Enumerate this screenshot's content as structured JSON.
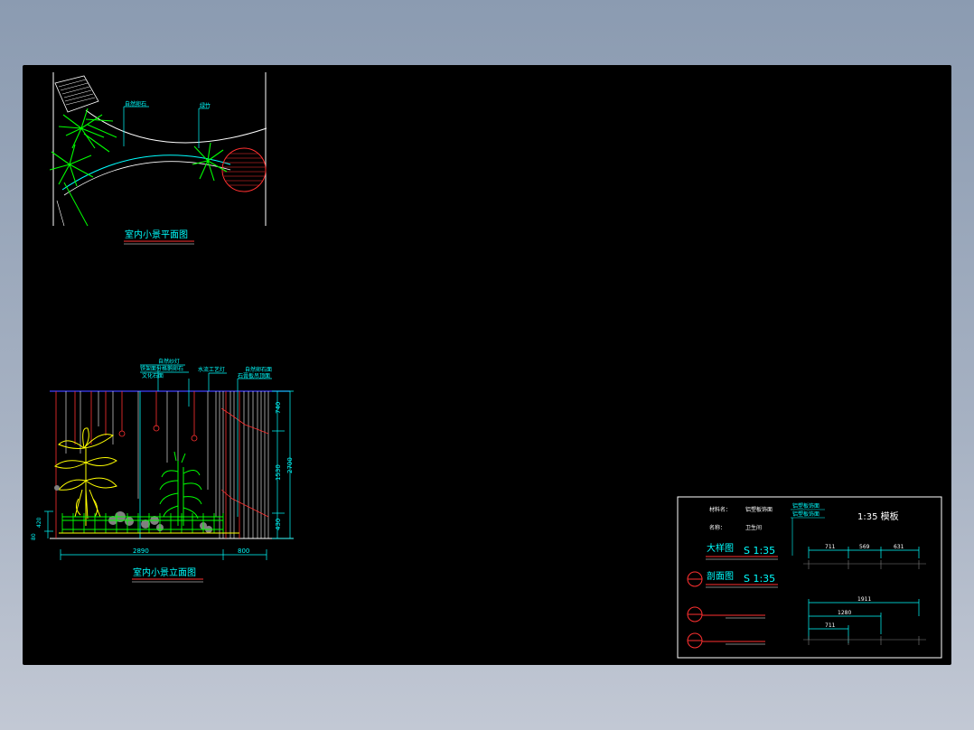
{
  "plan": {
    "title": "室内小景平面图",
    "callouts": [
      "自然卵石",
      "绿竹"
    ]
  },
  "elevation": {
    "title": "室内小景立面图",
    "callouts": [
      "自然纱灯",
      "铁架面分格鹅卵石",
      "文化石面",
      "水流工艺灯",
      "自然卵石面",
      "石膏板吊顶面"
    ],
    "right_dims": [
      "740",
      "1530",
      "430"
    ],
    "total_height": "2700",
    "left_dims": [
      "420",
      "80"
    ],
    "bottom_dims": [
      "2890",
      "800"
    ]
  },
  "template": {
    "rows": [
      {
        "label": "材料名：",
        "value": "铝塑板饰面"
      },
      {
        "label": "名称：",
        "value": "卫生间"
      }
    ],
    "notes": [
      "铝塑板饰面",
      "铝塑板饰面"
    ],
    "scale_title": "1:35 模板",
    "detail_label": "大样图",
    "detail_scale": "S 1:35",
    "section_label": "剖面图",
    "section_scale": "S 1:35",
    "dims_top": [
      "711",
      "569",
      "631"
    ],
    "dims_mid": [
      "1911",
      "1280",
      "711"
    ]
  }
}
